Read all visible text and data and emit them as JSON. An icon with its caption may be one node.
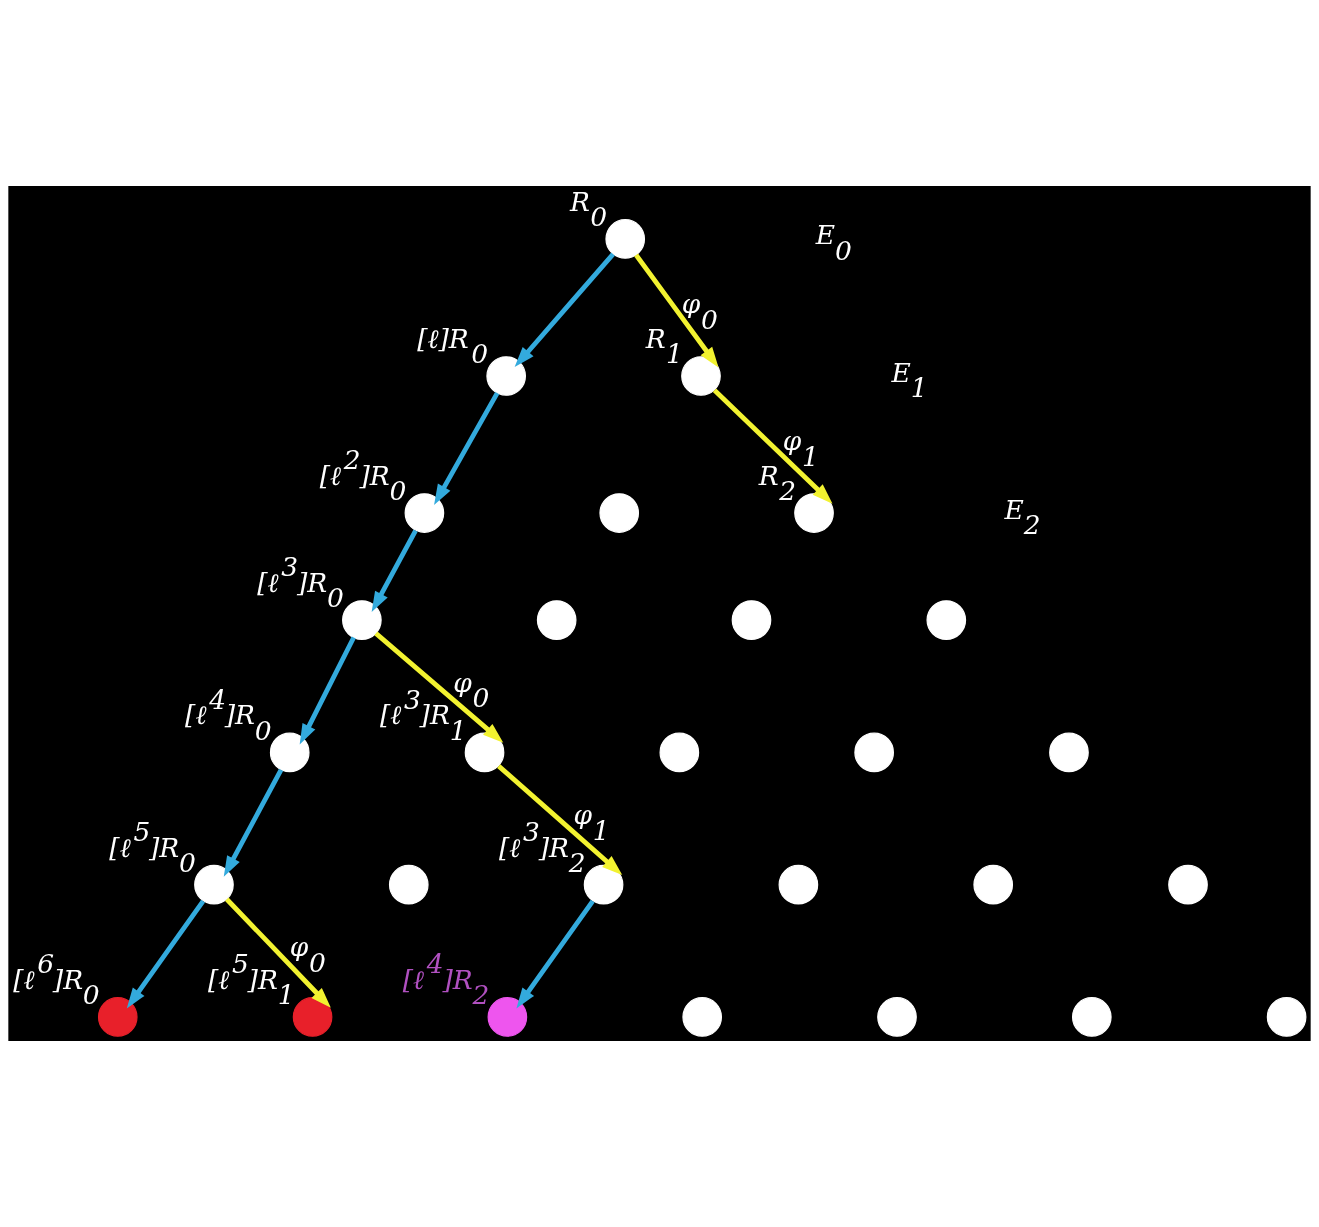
{
  "diagram": {
    "nodes": [
      {
        "text": [],
        "shape": "circle",
        "beside": [
          "R$_{0}$"
        ]
      },
      {
        "text": [],
        "shape": "circle",
        "beside": [
          "[ℓ]R$_{0}$"
        ]
      },
      {
        "text": [],
        "shape": "circle",
        "beside": [
          "R$_{1}$"
        ]
      },
      {
        "text": [],
        "shape": "circle",
        "beside": [
          "[ℓ$^{2}$]R$_{0}$"
        ]
      },
      {
        "text": [],
        "shape": "circle"
      },
      {
        "text": [],
        "shape": "circle",
        "beside": [
          "R$_{2}$"
        ]
      },
      {
        "text": [],
        "shape": "circle",
        "beside": [
          "[ℓ$^{3}$]R$_{0}$"
        ]
      },
      {
        "text": [],
        "shape": "circle"
      },
      {
        "text": [],
        "shape": "circle"
      },
      {
        "text": [],
        "shape": "circle"
      },
      {
        "text": [],
        "shape": "circle",
        "beside": [
          "[ℓ$^{4}$]R$_{0}$"
        ]
      },
      {
        "text": [],
        "shape": "circle",
        "beside": [
          "[ℓ$^{3}$]R$_{1}$"
        ]
      },
      {
        "text": [],
        "shape": "circle"
      },
      {
        "text": [],
        "shape": "circle"
      },
      {
        "text": [],
        "shape": "circle"
      },
      {
        "text": [],
        "shape": "circle",
        "beside": [
          "[ℓ$^{5}$]R$_{0}$"
        ]
      },
      {
        "text": [],
        "shape": "circle"
      },
      {
        "text": [],
        "shape": "circle",
        "beside": [
          "[ℓ$^{3}$]R$_{2}$"
        ]
      },
      {
        "text": [],
        "shape": "circle"
      },
      {
        "text": [],
        "shape": "circle"
      },
      {
        "text": [],
        "shape": "circle"
      },
      {
        "text": [],
        "shape": "circle",
        "beside": [
          "[ℓ$^{6}$]R$_{0}$"
        ]
      },
      {
        "text": [],
        "shape": "circle",
        "beside": [
          "[ℓ$^{5}$]R$_{1}$"
        ]
      },
      {
        "text": [],
        "shape": "circle",
        "beside": [
          "[ℓ$^{4}$]R$_{2}$"
        ]
      },
      {
        "text": [],
        "shape": "circle"
      },
      {
        "text": [],
        "shape": "circle"
      },
      {
        "text": [],
        "shape": "circle"
      },
      {
        "text": [],
        "shape": "circle"
      }
    ],
    "edges": [
      {
        "from": 0,
        "to": 1,
        "arrow": "to"
      },
      {
        "from": 0,
        "to": 2,
        "arrow": "to",
        "label": "φ$_{0}$",
        "color": "#f2f230"
      },
      {
        "from": 1,
        "to": 3,
        "arrow": "to"
      },
      {
        "from": 2,
        "to": 5,
        "arrow": "to",
        "label": "φ$_{1}$",
        "color": "#f2f230"
      },
      {
        "from": 3,
        "to": 6,
        "arrow": "to"
      },
      {
        "from": 6,
        "to": 10,
        "arrow": "to"
      },
      {
        "from": 6,
        "to": 11,
        "arrow": "to",
        "label": "φ$_{0}$",
        "color": "#f2f230"
      },
      {
        "from": 10,
        "to": 15,
        "arrow": "to"
      },
      {
        "from": 11,
        "to": 17,
        "arrow": "to",
        "label": "φ$_{1}$",
        "color": "#f2f230"
      },
      {
        "from": 15,
        "to": 21,
        "arrow": "to"
      },
      {
        "from": 15,
        "to": 22,
        "arrow": "to",
        "label": "φ$_{0}$",
        "color": "#f2f230"
      },
      {
        "from": 17,
        "to": 23,
        "arrow": "to"
      }
    ],
    "labels": [
      "E$_{0}$",
      "E$_{1}$",
      "E$_{2}$"
    ]
  }
}
